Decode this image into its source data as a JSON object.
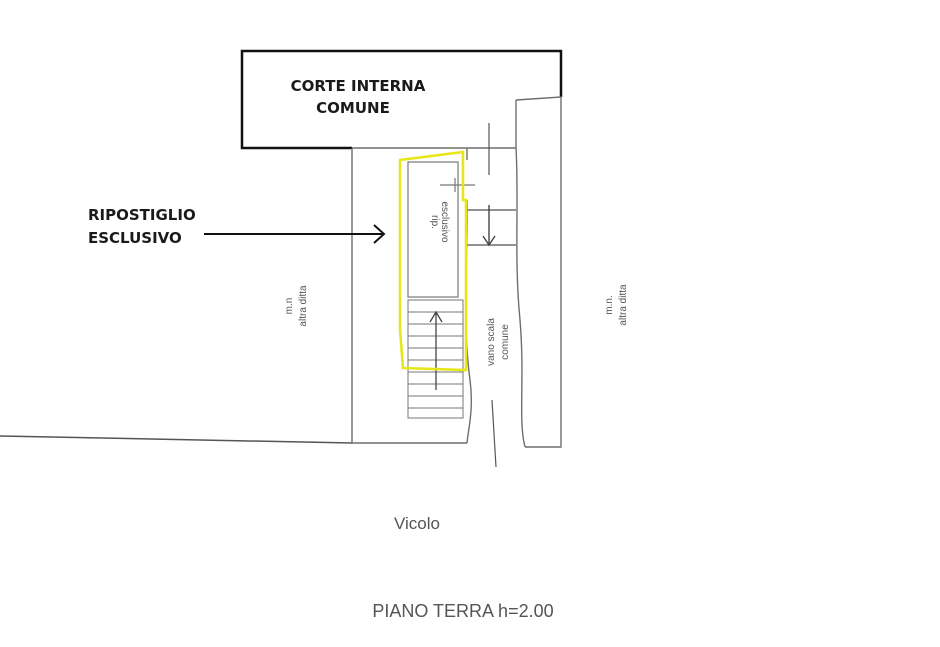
{
  "labels": {
    "corte_line1": "CORTE INTERNA",
    "corte_line2": "COMUNE",
    "ripostiglio_line1": "RIPOSTIGLIO",
    "ripostiglio_line2": "ESCLUSIVO",
    "rip_line1": "rip.",
    "rip_line2": "esclusivo",
    "vano_line1": "vano scala",
    "vano_line2": "comune",
    "left_mn": "m.n",
    "left_altra": "altra ditta",
    "right_mn": "m.n.",
    "right_altra": "altra ditta",
    "vicolo": "Vicolo",
    "title": "PIANO TERRA h=2.00"
  },
  "colors": {
    "highlight": "#e6e619",
    "ink": "#111111",
    "sketch": "#6e6e6e"
  }
}
